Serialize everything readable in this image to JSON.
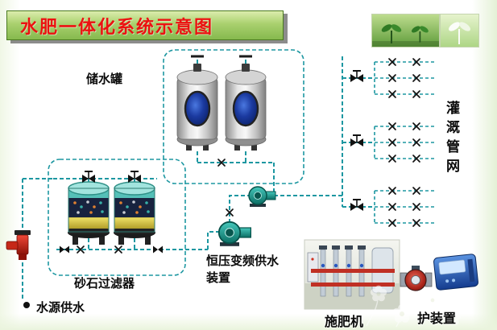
{
  "title": "水肥一体化系统示意图",
  "labels": {
    "storage_tank": "储水罐",
    "sand_filter": "砂石过滤器",
    "water_source": "水源供水",
    "pressure_pump_line1": "恒压变频供水",
    "pressure_pump_line2": "装置",
    "fertilizer_machine": "施肥机",
    "protection_device": "护装置",
    "irrigation_network": "灌溉管网"
  },
  "colors": {
    "pipe_teal": "#1d97a1",
    "title_red": "#ec1111",
    "banner_green": "#86b94e",
    "tank_window_blue": "#1b3aa0",
    "filter_sand_yellow": "#d8c23a",
    "meter_blue": "#2a62b8"
  }
}
